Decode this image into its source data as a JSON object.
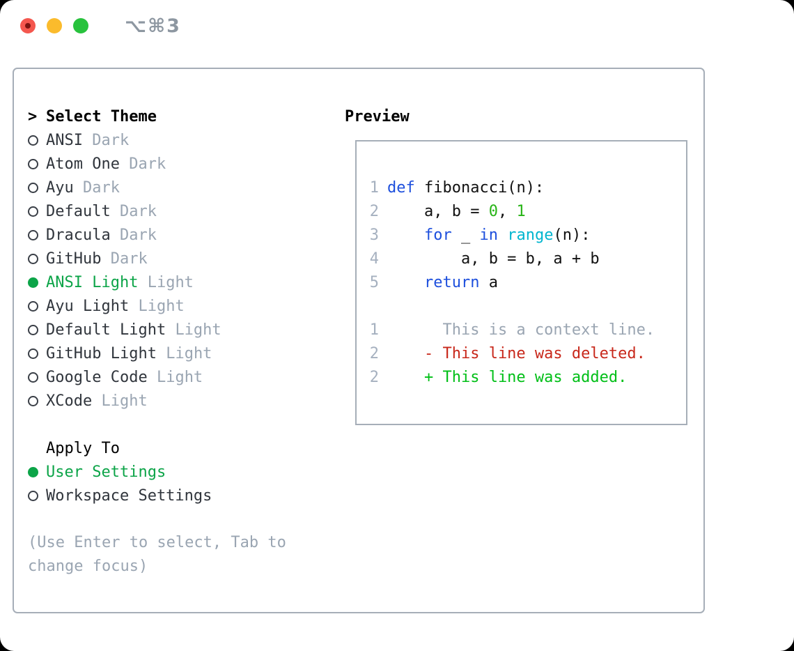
{
  "window": {
    "titlebar_shortcut": "⌥⌘3"
  },
  "colors": {
    "panel_border": "#a6aeb8",
    "selected_green": "#0ca448",
    "keyword_blue": "#1d4fdd",
    "builtin_cyan": "#00b5cf",
    "number_green": "#27b416",
    "added_green": "#00bf17",
    "deleted_red": "#c8281b",
    "muted_gray": "#9aa5b2",
    "traffic_red": "#f4574e",
    "traffic_yellow": "#fbbb2c",
    "traffic_green": "#28c23d"
  },
  "theme_panel": {
    "title_prefix": ">",
    "title": "Select Theme",
    "themes": [
      {
        "name": "ANSI",
        "tag": "Dark",
        "selected": false
      },
      {
        "name": "Atom One",
        "tag": "Dark",
        "selected": false
      },
      {
        "name": "Ayu",
        "tag": "Dark",
        "selected": false
      },
      {
        "name": "Default",
        "tag": "Dark",
        "selected": false
      },
      {
        "name": "Dracula",
        "tag": "Dark",
        "selected": false
      },
      {
        "name": "GitHub",
        "tag": "Dark",
        "selected": false
      },
      {
        "name": "ANSI Light",
        "tag": "Light",
        "selected": true
      },
      {
        "name": "Ayu Light",
        "tag": "Light",
        "selected": false
      },
      {
        "name": "Default Light",
        "tag": "Light",
        "selected": false
      },
      {
        "name": "GitHub Light",
        "tag": "Light",
        "selected": false
      },
      {
        "name": "Google Code",
        "tag": "Light",
        "selected": false
      },
      {
        "name": "XCode",
        "tag": "Light",
        "selected": false
      }
    ],
    "apply_to": {
      "title": "Apply To",
      "options": [
        {
          "label": "User Settings",
          "selected": true
        },
        {
          "label": "Workspace Settings",
          "selected": false
        }
      ]
    },
    "hint": "(Use Enter to select, Tab to change focus)"
  },
  "preview": {
    "title": "Preview",
    "code_lines": [
      {
        "num": "1",
        "tokens": [
          {
            "t": "def",
            "c": "kw"
          },
          {
            "t": " fibonacci(n):",
            "c": "fg"
          }
        ]
      },
      {
        "num": "2",
        "tokens": [
          {
            "t": "    a, b = ",
            "c": "fg"
          },
          {
            "t": "0",
            "c": "num"
          },
          {
            "t": ", ",
            "c": "fg"
          },
          {
            "t": "1",
            "c": "num"
          }
        ]
      },
      {
        "num": "3",
        "tokens": [
          {
            "t": "    ",
            "c": "fg"
          },
          {
            "t": "for",
            "c": "kw"
          },
          {
            "t": " _ ",
            "c": "fg"
          },
          {
            "t": "in",
            "c": "kw"
          },
          {
            "t": " ",
            "c": "fg"
          },
          {
            "t": "range",
            "c": "builtin"
          },
          {
            "t": "(n):",
            "c": "fg"
          }
        ]
      },
      {
        "num": "4",
        "tokens": [
          {
            "t": "        a, b = b, a + b",
            "c": "fg"
          }
        ]
      },
      {
        "num": "5",
        "tokens": [
          {
            "t": "    ",
            "c": "fg"
          },
          {
            "t": "return",
            "c": "kw"
          },
          {
            "t": " a",
            "c": "fg"
          }
        ]
      },
      {
        "num": "",
        "tokens": []
      },
      {
        "num": "1",
        "tokens": [
          {
            "t": "      This is a context line.",
            "c": "ctx"
          }
        ]
      },
      {
        "num": "2",
        "tokens": [
          {
            "t": "    - This line was deleted.",
            "c": "del"
          }
        ]
      },
      {
        "num": "2",
        "tokens": [
          {
            "t": "    + This line was added.",
            "c": "add"
          }
        ]
      }
    ]
  }
}
